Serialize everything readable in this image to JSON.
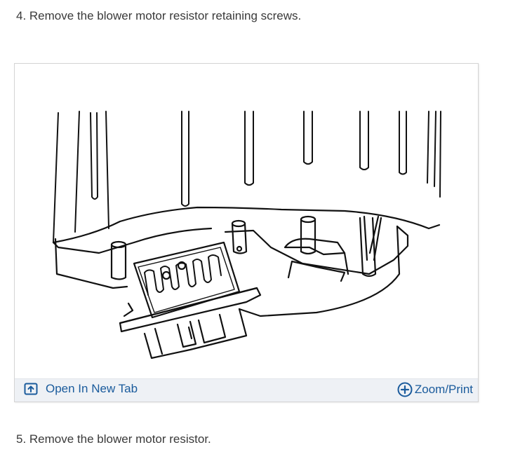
{
  "steps": {
    "step4": "4. Remove the blower motor resistor retaining screws.",
    "step5": "5. Remove the blower motor resistor."
  },
  "figure": {
    "open_tab_label": "Open In New Tab",
    "zoom_print_label": "Zoom/Print",
    "open_tab_icon": "open-in-new-tab-icon",
    "zoom_icon": "plus-circle-icon"
  },
  "colors": {
    "link": "#1a5b9c",
    "bar_background": "#eef1f5",
    "text": "#3a3a3a"
  }
}
